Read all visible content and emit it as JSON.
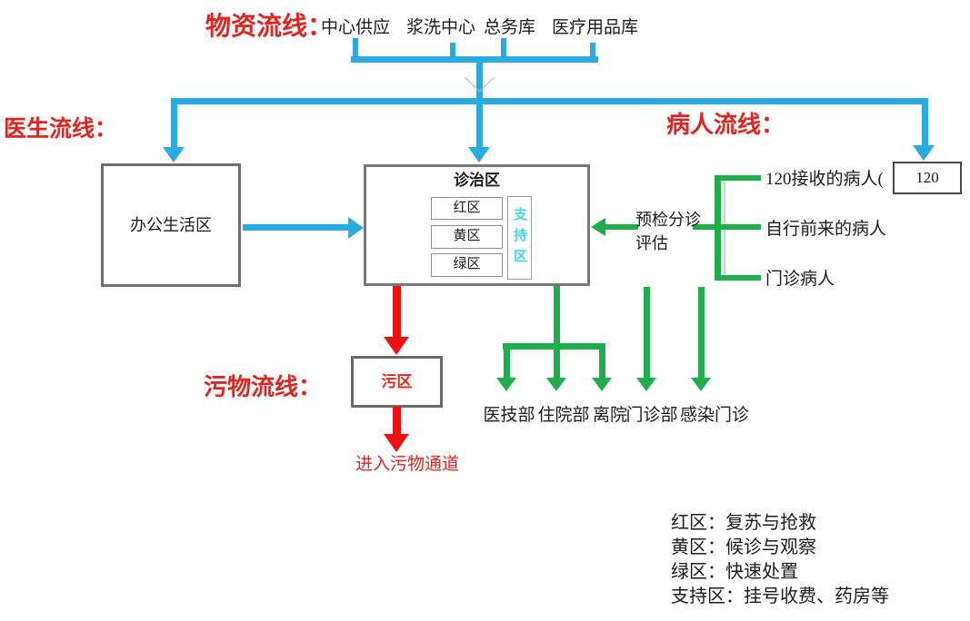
{
  "colors": {
    "flow_blue": "#29abe2",
    "flow_green": "#1eae4c",
    "flow_red": "#ee1111",
    "heading_red": "#e02420",
    "support_cyan": "#45d6e0",
    "box_border_gray": "#6f6f6f"
  },
  "headings": {
    "supplies": "物资流线：",
    "doctor": "医生流线：",
    "patient": "病人流线：",
    "waste": "污物流线："
  },
  "supply_sources": [
    "中心供应",
    "浆洗中心",
    "总务库",
    "医疗用品库"
  ],
  "boxes": {
    "office": "办公生活区",
    "treatment": "诊治区",
    "zones": [
      "红区",
      "黄区",
      "绿区"
    ],
    "support": "支持区",
    "ambulance": "120",
    "dirty": "污区"
  },
  "triage": {
    "line1": "预检分诊",
    "line2": "评估"
  },
  "patient_sources": [
    "120接收的病人(",
    "自行前来的病人",
    "门诊病人"
  ],
  "destinations": [
    "医技部",
    "住院部",
    "离院",
    "门诊部",
    "感染门诊"
  ],
  "waste_exit": "进入污物通道",
  "legend": [
    "红区：复苏与抢救",
    "黄区：候诊与观察",
    "绿区：快速处置",
    "支持区：挂号收费、药房等"
  ]
}
